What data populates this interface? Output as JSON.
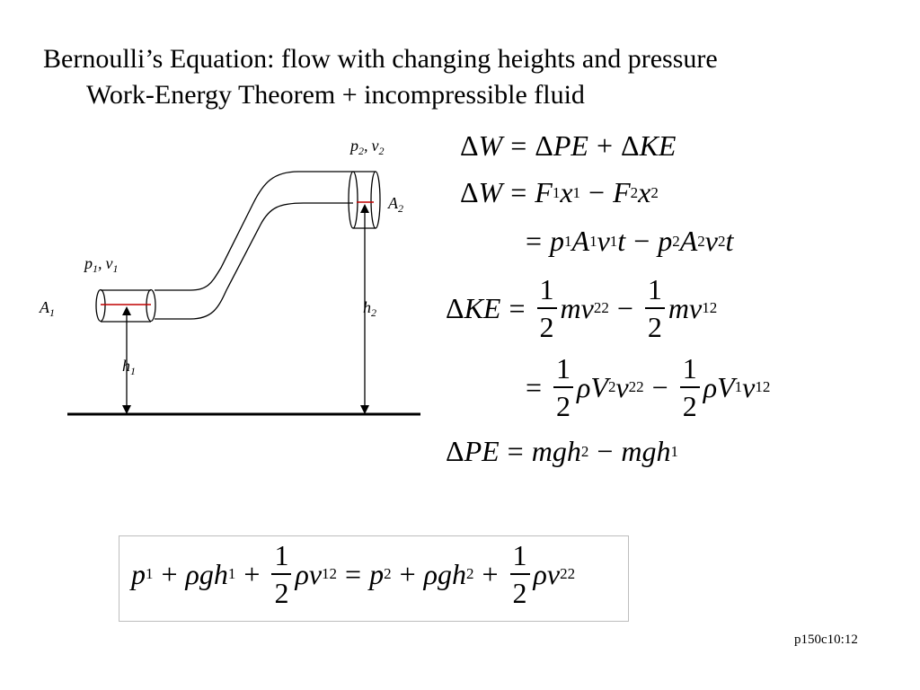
{
  "slide": {
    "title": "Bernoulli’s Equation: flow with changing heights and pressure",
    "subtitle": "Work-Energy Theorem + incompressible fluid",
    "footer": "p150c10:12"
  },
  "diagram": {
    "p2v2_label": "p",
    "A2_label": "A",
    "p1v1_label": "p",
    "A1_label": "A",
    "h2_label": "h",
    "h1_label": "h",
    "sub1": "1",
    "sub2": "2",
    "comma": ",",
    "v": "v"
  },
  "equations": {
    "delta": "Δ",
    "W": "W",
    "PE": "PE",
    "KE": "KE",
    "F": "F",
    "x": "x",
    "p": "p",
    "A": "A",
    "v": "v",
    "t": "t",
    "m": "m",
    "g": "g",
    "h": "h",
    "rho": "ρ",
    "V": "V",
    "one": "1",
    "two": "2",
    "equals": "=",
    "plus": "+",
    "minus": "−"
  },
  "colors": {
    "pipe_marker": "#c00000"
  }
}
